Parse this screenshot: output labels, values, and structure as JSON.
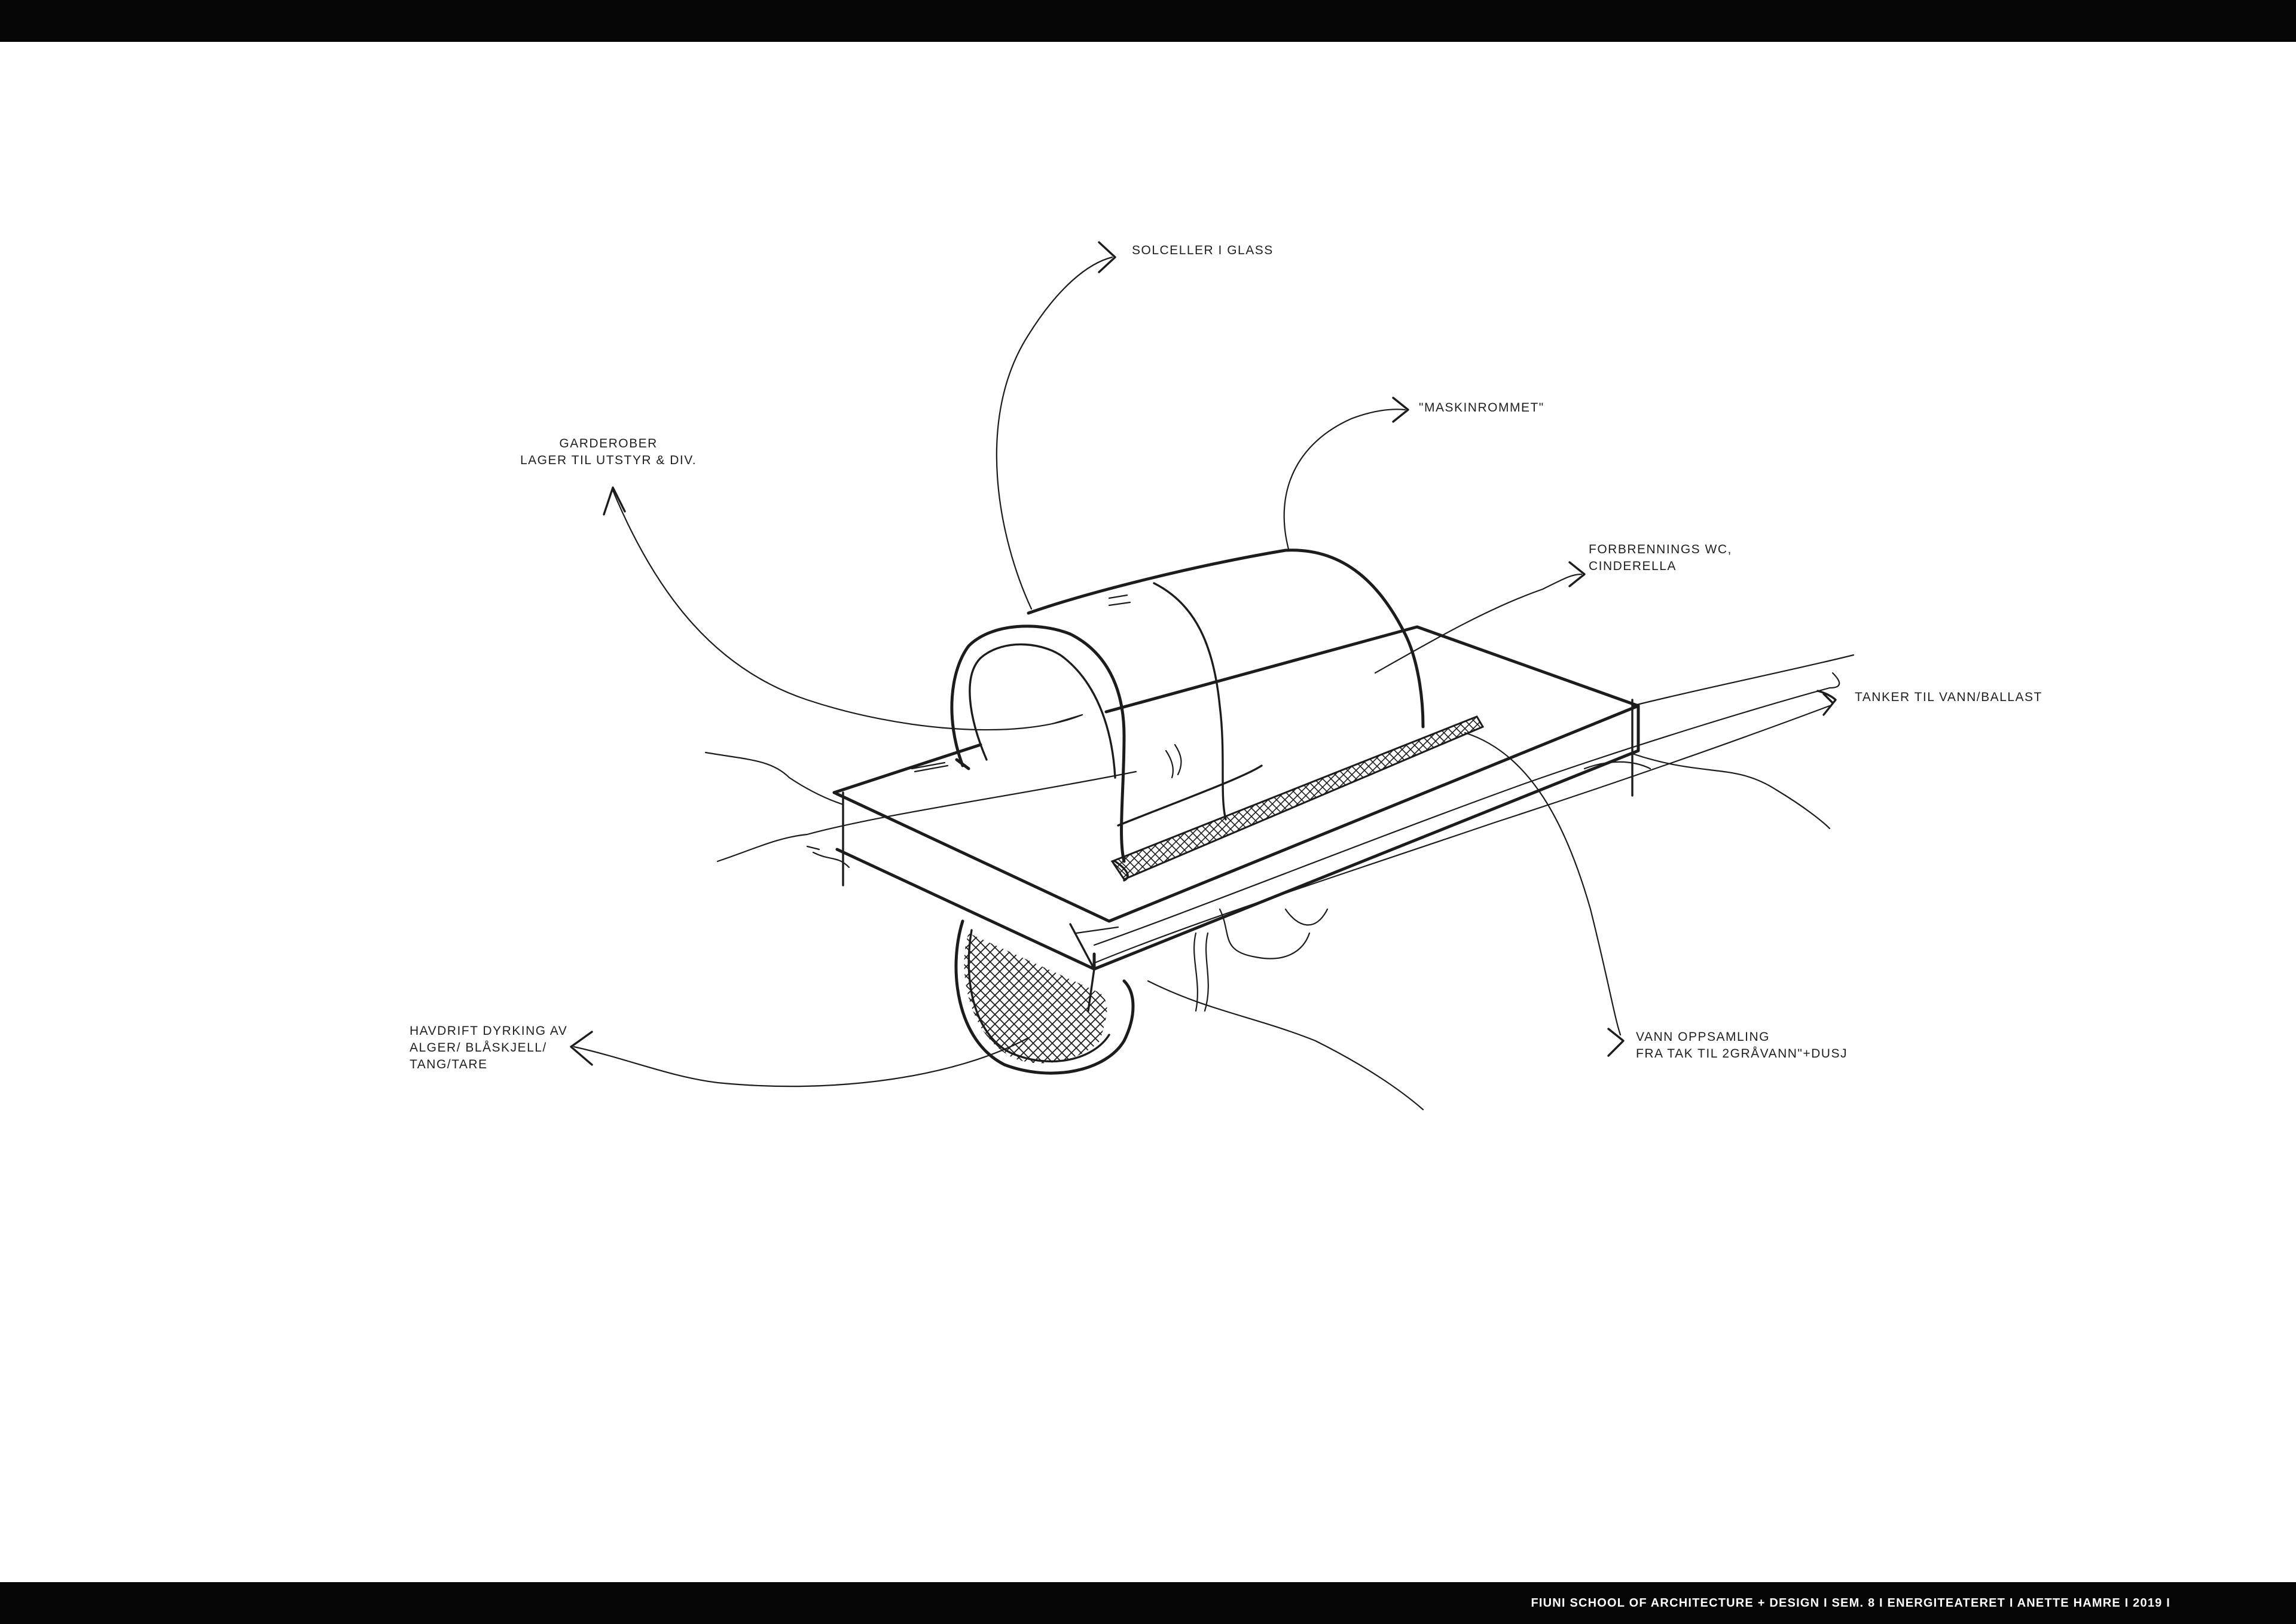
{
  "footer": {
    "text": "FIUNI SCHOOL OF ARCHITECTURE + DESIGN I SEM. 8 I ENERGITEATERET I ANETTE HAMRE I 2019 I"
  },
  "annotations": {
    "solceller": "SOLCELLER I GLASS",
    "maskinrommet": "\"MASKINROMMET\"",
    "garderober_line1": "GARDEROBER",
    "garderober_line2": "LAGER TIL UTSTYR & DIV.",
    "forbrennings_line1": "FORBRENNINGS WC,",
    "forbrennings_line2": "CINDERELLA",
    "tanker": "TANKER TIL VANN/BALLAST",
    "havdrift_line1": "HAVDRIFT DYRKING AV",
    "havdrift_line2": "ALGER/ BLÅSKJELL/",
    "havdrift_line3": "TANG/TARE",
    "vann_line1": "VANN OPPSAMLING",
    "vann_line2": "FRA TAK TIL 2GRÅVANN\"+DUSJ"
  },
  "colors": {
    "ink": "#1c1c1c",
    "bars": "#050505",
    "paper": "#ffffff"
  }
}
